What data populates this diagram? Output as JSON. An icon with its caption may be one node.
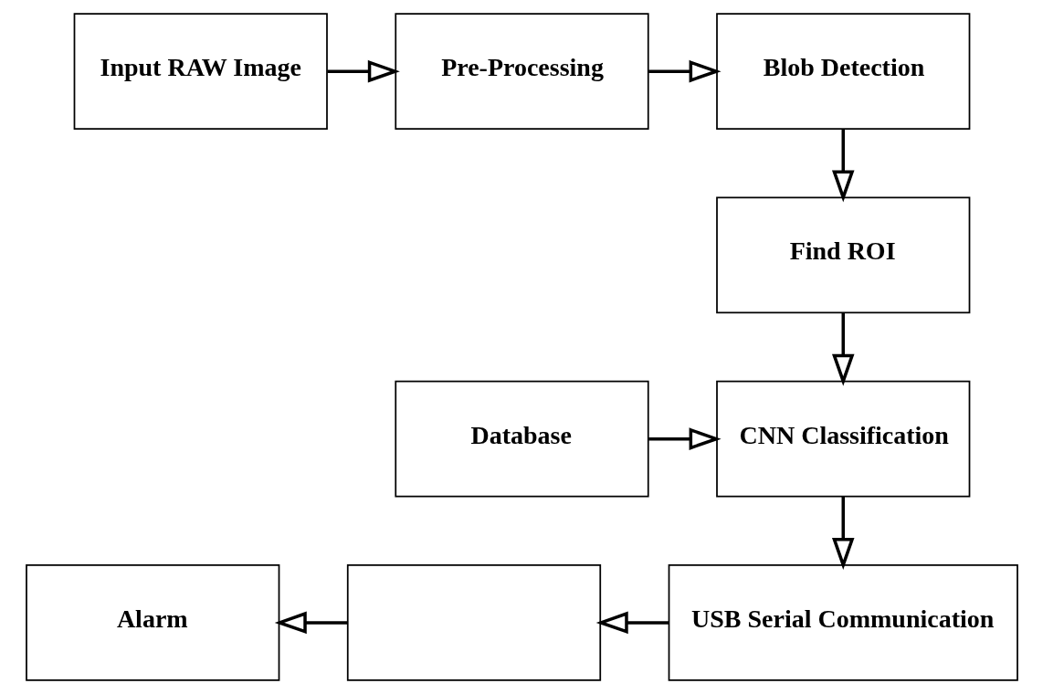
{
  "diagram": {
    "nodes": [
      {
        "text": [
          "Input RAW Image"
        ]
      },
      {
        "text": [
          "Pre-Processing"
        ]
      },
      {
        "text": [
          "Blob Detection"
        ]
      },
      {
        "text": [
          "Find ROI"
        ]
      },
      {
        "text": [
          "Database"
        ]
      },
      {
        "text": [
          "CNN Classification"
        ]
      },
      {
        "text": [
          "Alarm"
        ]
      },
      {
        "text": [],
        "shape": "box"
      },
      {
        "text": [
          "USB Serial Communication"
        ]
      }
    ],
    "edges": [
      {
        "from": 0,
        "to": 1,
        "arrow": "to"
      },
      {
        "from": 1,
        "to": 2,
        "arrow": "to"
      },
      {
        "from": 2,
        "to": 3,
        "arrow": "to"
      },
      {
        "from": 3,
        "to": 5,
        "arrow": "to"
      },
      {
        "from": 4,
        "to": 5,
        "arrow": "to"
      },
      {
        "from": 5,
        "to": 8,
        "arrow": "to"
      },
      {
        "from": 8,
        "to": 7,
        "arrow": "to"
      },
      {
        "from": 7,
        "to": 6,
        "arrow": "to"
      }
    ]
  }
}
